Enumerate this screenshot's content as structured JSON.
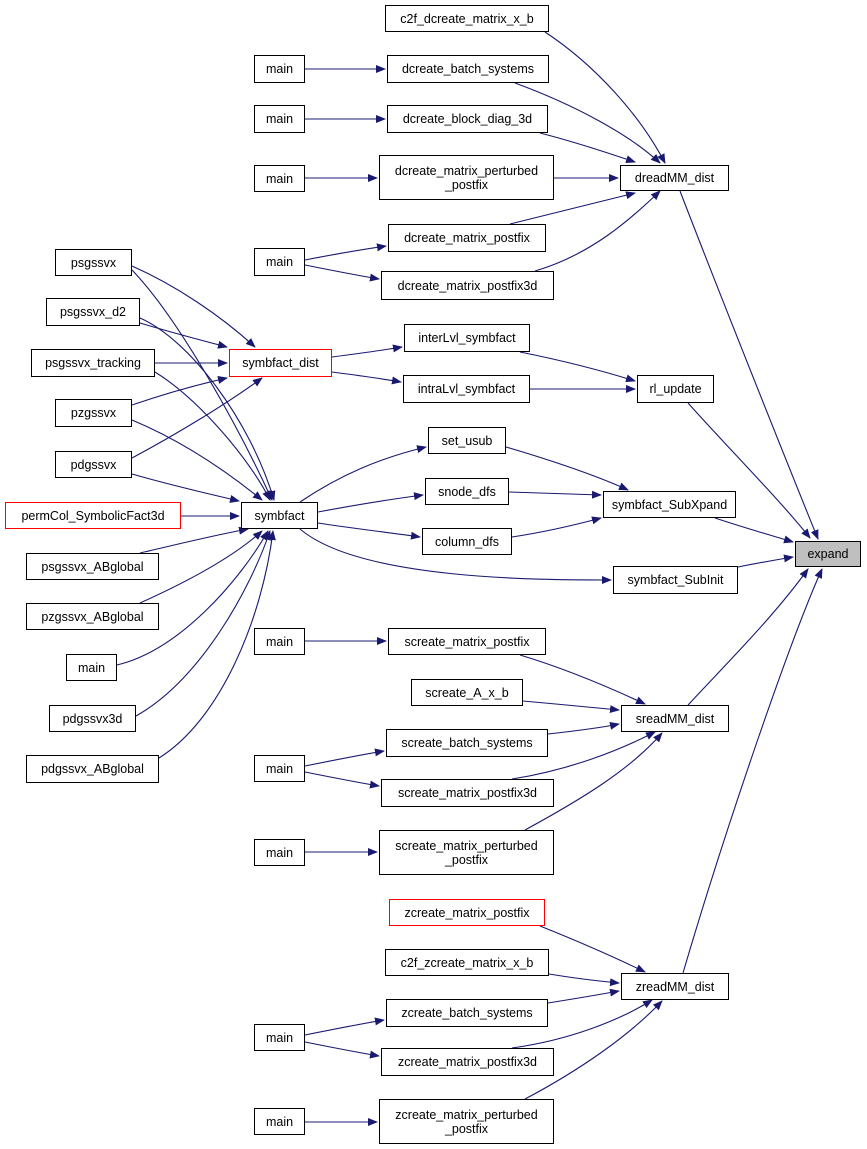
{
  "colors": {
    "edge": "#191970",
    "node_border": "#000000",
    "highlight_border": "#ff0000",
    "focus_fill": "#bfbfbf"
  },
  "nodes": {
    "expand": "expand",
    "dreadMM_dist": "dreadMM_dist",
    "rl_update": "rl_update",
    "symbfact_SubXpand": "symbfact_SubXpand",
    "symbfact_SubInit": "symbfact_SubInit",
    "sreadMM_dist": "sreadMM_dist",
    "zreadMM_dist": "zreadMM_dist",
    "c2f_dcreate_matrix_x_b": "c2f_dcreate_matrix_x_b",
    "dcreate_batch_systems": "dcreate_batch_systems",
    "dcreate_block_diag_3d": "dcreate_block_diag_3d",
    "dcreate_matrix_perturbed_postfix": "dcreate_matrix_perturbed\n_postfix",
    "dcreate_matrix_postfix": "dcreate_matrix_postfix",
    "dcreate_matrix_postfix3d": "dcreate_matrix_postfix3d",
    "interLvl_symbfact": "interLvl_symbfact",
    "intraLvl_symbfact": "intraLvl_symbfact",
    "set_usub": "set_usub",
    "snode_dfs": "snode_dfs",
    "column_dfs": "column_dfs",
    "symbfact_dist": "symbfact_dist",
    "symbfact": "symbfact",
    "psgssvx": "psgssvx",
    "psgssvx_d2": "psgssvx_d2",
    "psgssvx_tracking": "psgssvx_tracking",
    "pzgssvx": "pzgssvx",
    "pdgssvx": "pdgssvx",
    "permCol_SymbolicFact3d": "permCol_SymbolicFact3d",
    "psgssvx_ABglobal": "psgssvx_ABglobal",
    "pzgssvx_ABglobal": "pzgssvx_ABglobal",
    "main": "main",
    "pdgssvx3d": "pdgssvx3d",
    "pdgssvx_ABglobal": "pdgssvx_ABglobal",
    "screate_matrix_postfix": "screate_matrix_postfix",
    "screate_A_x_b": "screate_A_x_b",
    "screate_batch_systems": "screate_batch_systems",
    "screate_matrix_postfix3d": "screate_matrix_postfix3d",
    "screate_matrix_perturbed_postfix": "screate_matrix_perturbed\n_postfix",
    "zcreate_matrix_postfix": "zcreate_matrix_postfix",
    "c2f_zcreate_matrix_x_b": "c2f_zcreate_matrix_x_b",
    "zcreate_batch_systems": "zcreate_batch_systems",
    "zcreate_matrix_postfix3d": "zcreate_matrix_postfix3d",
    "zcreate_matrix_perturbed_postfix": "zcreate_matrix_perturbed\n_postfix"
  }
}
